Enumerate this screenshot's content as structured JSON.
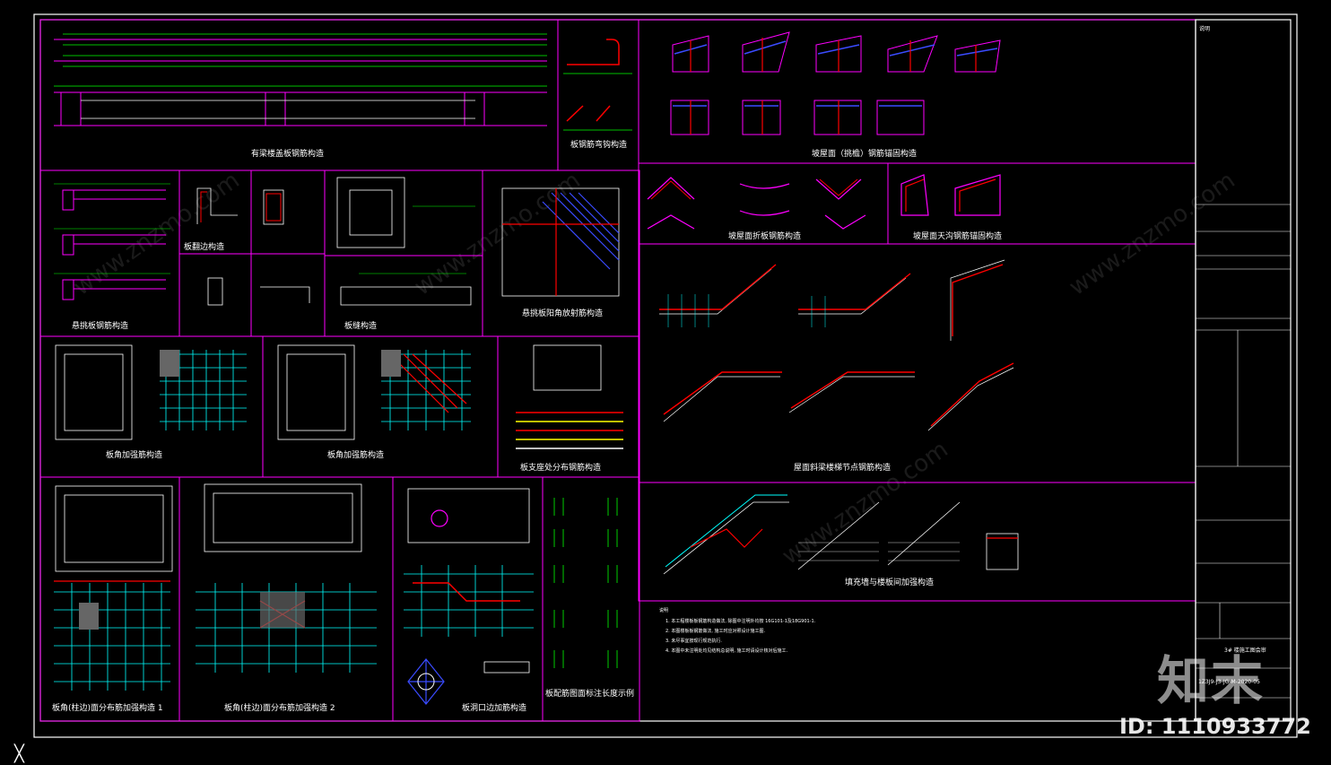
{
  "panels": [
    {
      "id": "p1",
      "caption": "有梁楼盖板钢筋构造"
    },
    {
      "id": "p2",
      "caption": "板钢筋弯钩构造"
    },
    {
      "id": "p3",
      "caption": "坡屋面（挑檐）钢筋锚固构造"
    },
    {
      "id": "p4",
      "caption": "悬挑板钢筋构造"
    },
    {
      "id": "p5",
      "caption": "板翻边构造"
    },
    {
      "id": "p6",
      "caption": "板缝构造"
    },
    {
      "id": "p7",
      "caption": "悬挑板阳角放射筋构造"
    },
    {
      "id": "p8",
      "caption": "坡屋面折板钢筋构造"
    },
    {
      "id": "p9",
      "caption": "坡屋面天沟钢筋锚固构造"
    },
    {
      "id": "p10",
      "caption": "板角加强筋构造"
    },
    {
      "id": "p11",
      "caption": "板角加强筋构造"
    },
    {
      "id": "p12",
      "caption": "板支座处分布钢筋构造"
    },
    {
      "id": "p13",
      "caption": "屋面斜梁楼梯节点钢筋构造"
    },
    {
      "id": "p14",
      "caption": "板角(柱边)面分布筋加强构造 1"
    },
    {
      "id": "p15",
      "caption": "板角(柱边)面分布筋加强构造 2"
    },
    {
      "id": "p16",
      "caption": "板洞口边加筋构造"
    },
    {
      "id": "p17",
      "caption": "板配筋图面标注长度示例"
    },
    {
      "id": "p18",
      "caption": "填充墙与楼板间加强构造"
    }
  ],
  "notes": {
    "heading": "说明",
    "lines": [
      "1. 本工程楼板板钢筋构造做法, 除图中注明外均按 16G101-1及18G901-1.",
      "2. 本图楼板板钢筋做法, 施工时应对照设计施工图.",
      "3. 未尽事宜按现行规范执行.",
      "4. 本图中未注明处均见结构总说明, 施工时请设计核对后施工."
    ]
  },
  "title_block": {
    "heading": "说明",
    "project": "3# 楼施工图会审",
    "drawing_no": "1Z3J9-J3-JG-M-2020-05"
  },
  "watermark": {
    "text": "www.znzmo.com",
    "brand": "知末",
    "id": "ID: 1110933772"
  },
  "cursor_glyph": "╳",
  "colors": {
    "panel": "#ff00ff",
    "dim": "#00ff00",
    "rebar": "#ff0000",
    "hatch": "#00ffff",
    "line": "#ffffff",
    "blue": "#3a4bff",
    "yellow": "#ffff00"
  }
}
